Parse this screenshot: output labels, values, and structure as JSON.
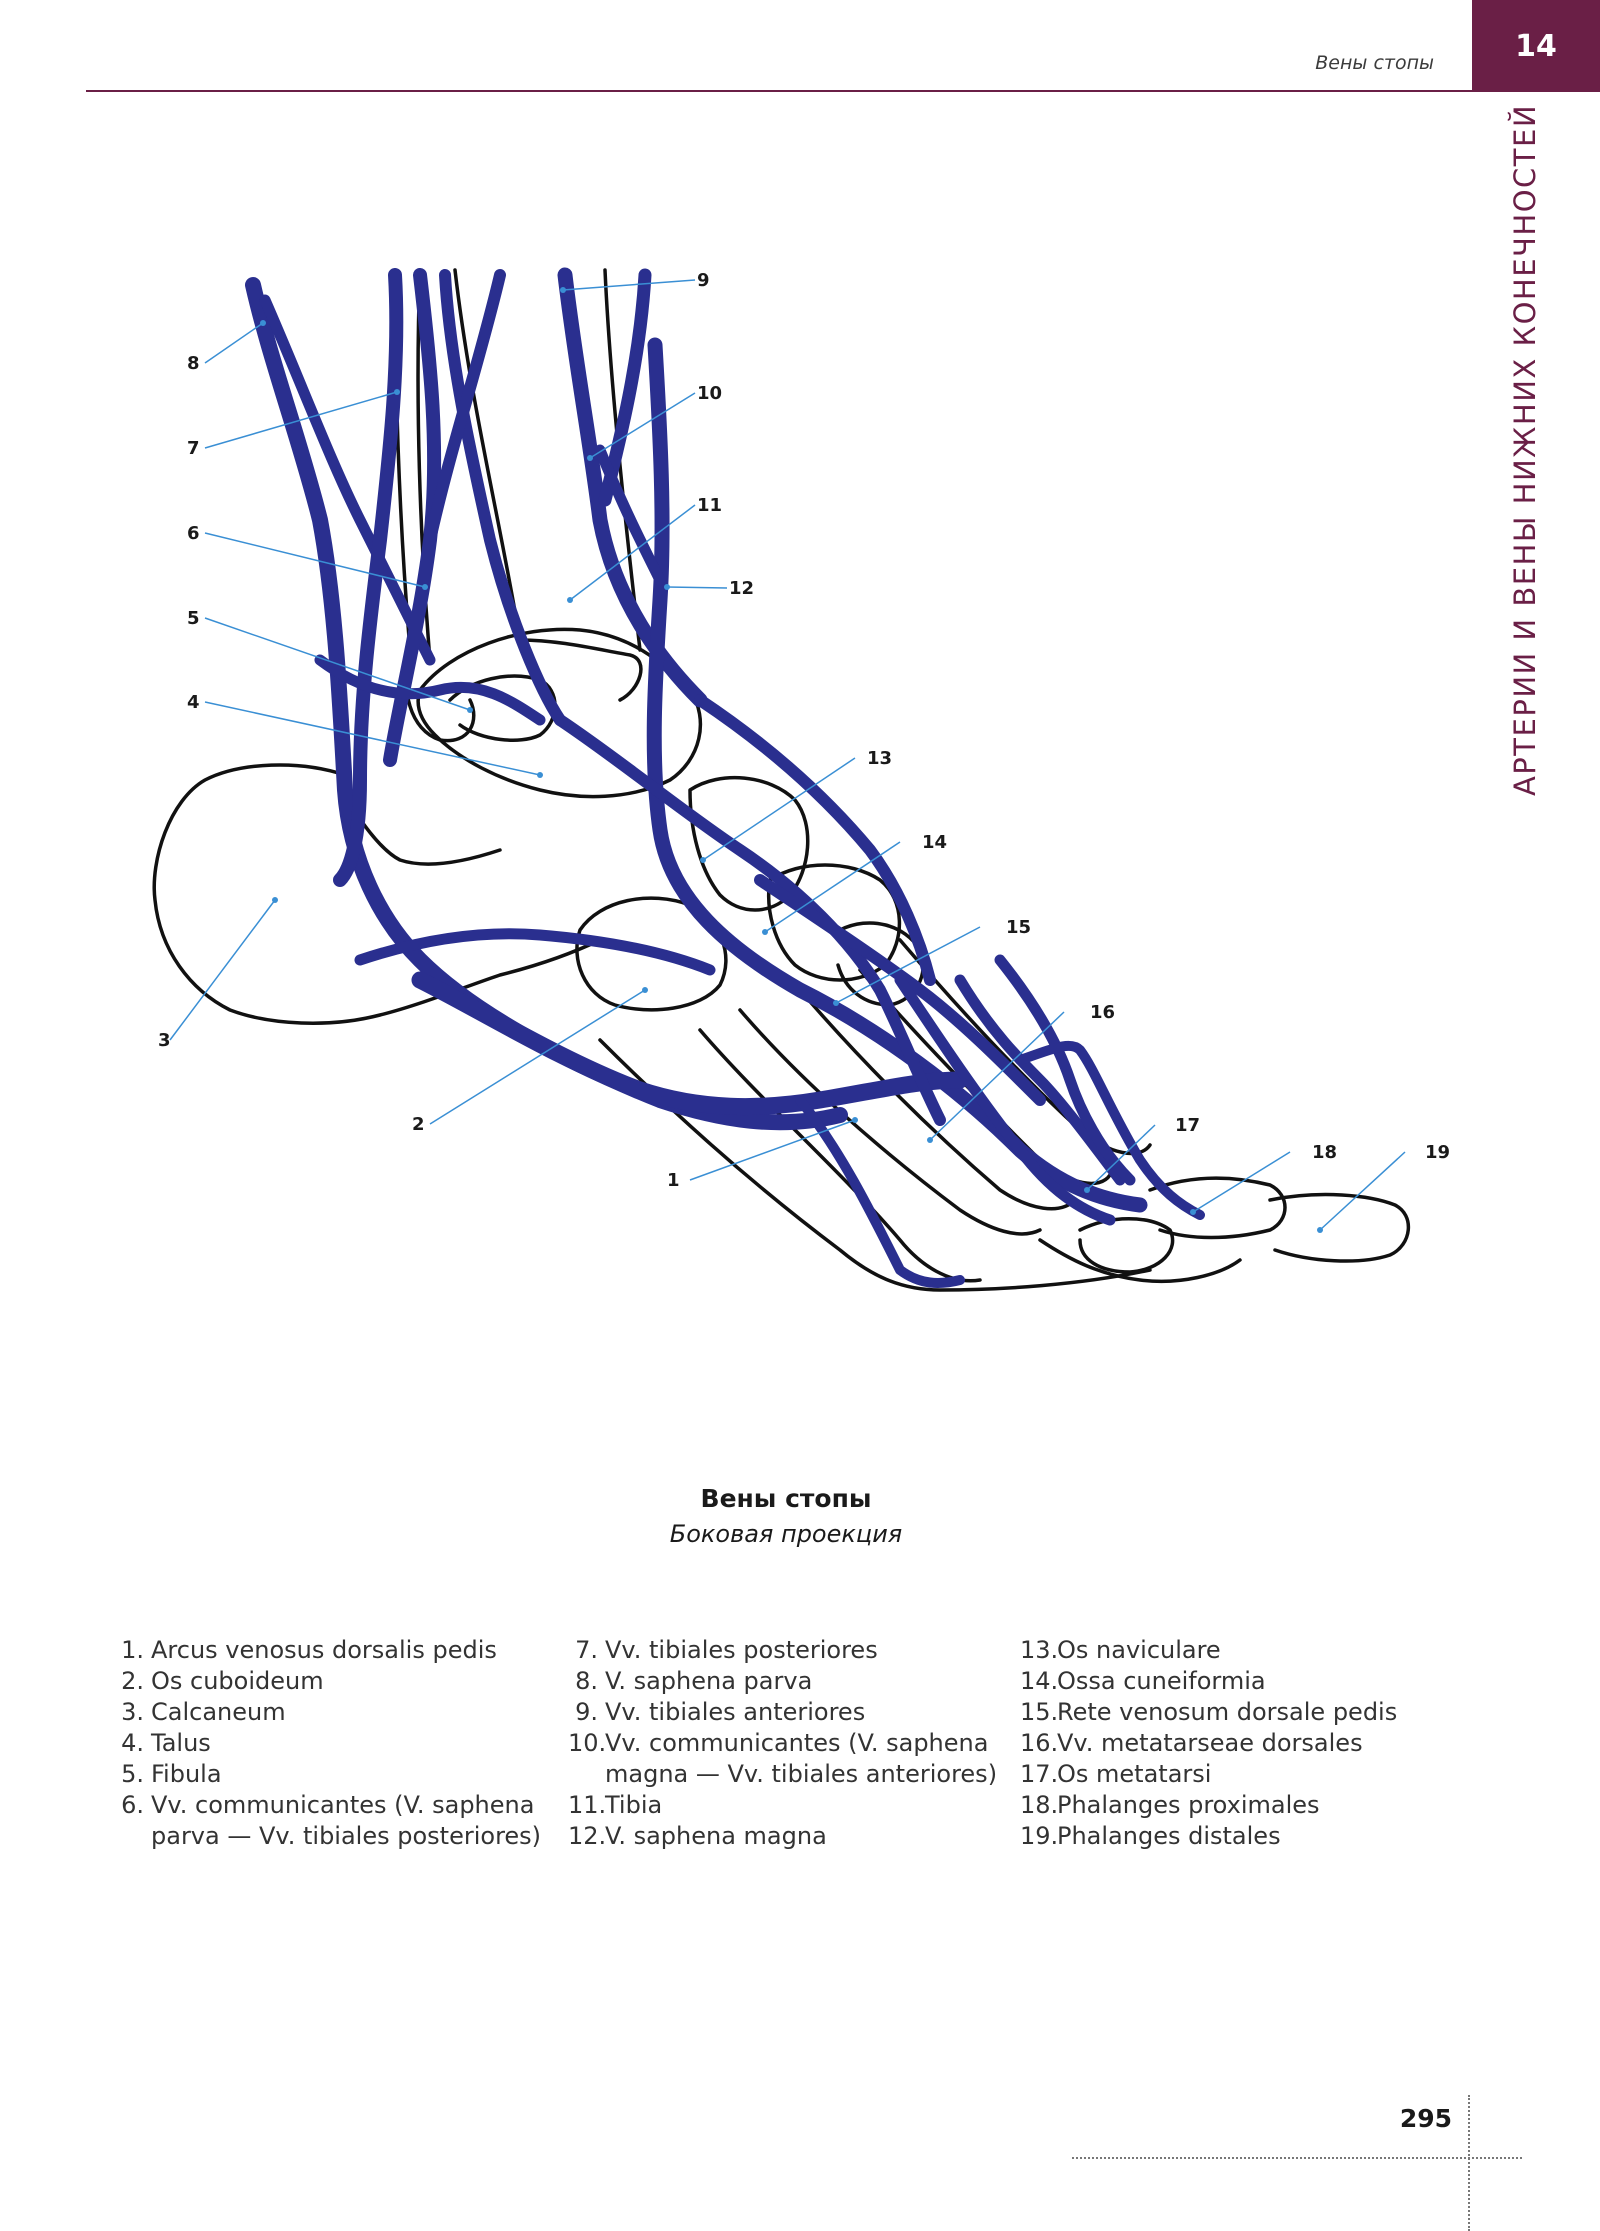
{
  "header": {
    "running_title": "Вены стопы",
    "chapter_number": "14",
    "chapter_title": "АРТЕРИИ И ВЕНЫ НИЖНИХ КОНЕЧНОСТЕЙ",
    "accent_color": "#6a1f46"
  },
  "figure": {
    "vein_color": "#2a2f8f",
    "callouts": [
      "1",
      "2",
      "3",
      "4",
      "5",
      "6",
      "7",
      "8",
      "9",
      "10",
      "11",
      "12",
      "13",
      "14",
      "15",
      "16",
      "17",
      "18",
      "19"
    ]
  },
  "caption": {
    "title": "Вены стопы",
    "subtitle": "Боковая проекция"
  },
  "legend": {
    "columns": [
      [
        {
          "num": "1.",
          "lines": [
            "Arcus venosus dorsalis pedis"
          ]
        },
        {
          "num": "2.",
          "lines": [
            "Os cuboideum"
          ]
        },
        {
          "num": "3.",
          "lines": [
            "Calcaneum"
          ]
        },
        {
          "num": "4.",
          "lines": [
            "Talus"
          ]
        },
        {
          "num": "5.",
          "lines": [
            "Fibula"
          ]
        },
        {
          "num": "6.",
          "lines": [
            "Vv. communicantes (V. saphena",
            "parva — Vv. tibiales posteriores)"
          ]
        }
      ],
      [
        {
          "num": "7.",
          "lines": [
            "Vv. tibiales posteriores"
          ]
        },
        {
          "num": "8.",
          "lines": [
            "V. saphena parva"
          ]
        },
        {
          "num": "9.",
          "lines": [
            "Vv. tibiales anteriores"
          ]
        },
        {
          "num": "10.",
          "lines": [
            "Vv. communicantes (V. saphena",
            "magna — Vv. tibiales anteriores)"
          ]
        },
        {
          "num": "11.",
          "lines": [
            "Tibia"
          ]
        },
        {
          "num": "12.",
          "lines": [
            "V. saphena magna"
          ]
        }
      ],
      [
        {
          "num": "13.",
          "lines": [
            "Os naviculare"
          ]
        },
        {
          "num": "14.",
          "lines": [
            "Ossa cuneiformia"
          ]
        },
        {
          "num": "15.",
          "lines": [
            "Rete venosum dorsale pedis"
          ]
        },
        {
          "num": "16.",
          "lines": [
            "Vv. metatarseae dorsales"
          ]
        },
        {
          "num": "17.",
          "lines": [
            "Os metatarsi"
          ]
        },
        {
          "num": "18.",
          "lines": [
            "Phalanges proximales"
          ]
        },
        {
          "num": "19.",
          "lines": [
            "Phalanges distales"
          ]
        }
      ]
    ]
  },
  "page_number": "295"
}
